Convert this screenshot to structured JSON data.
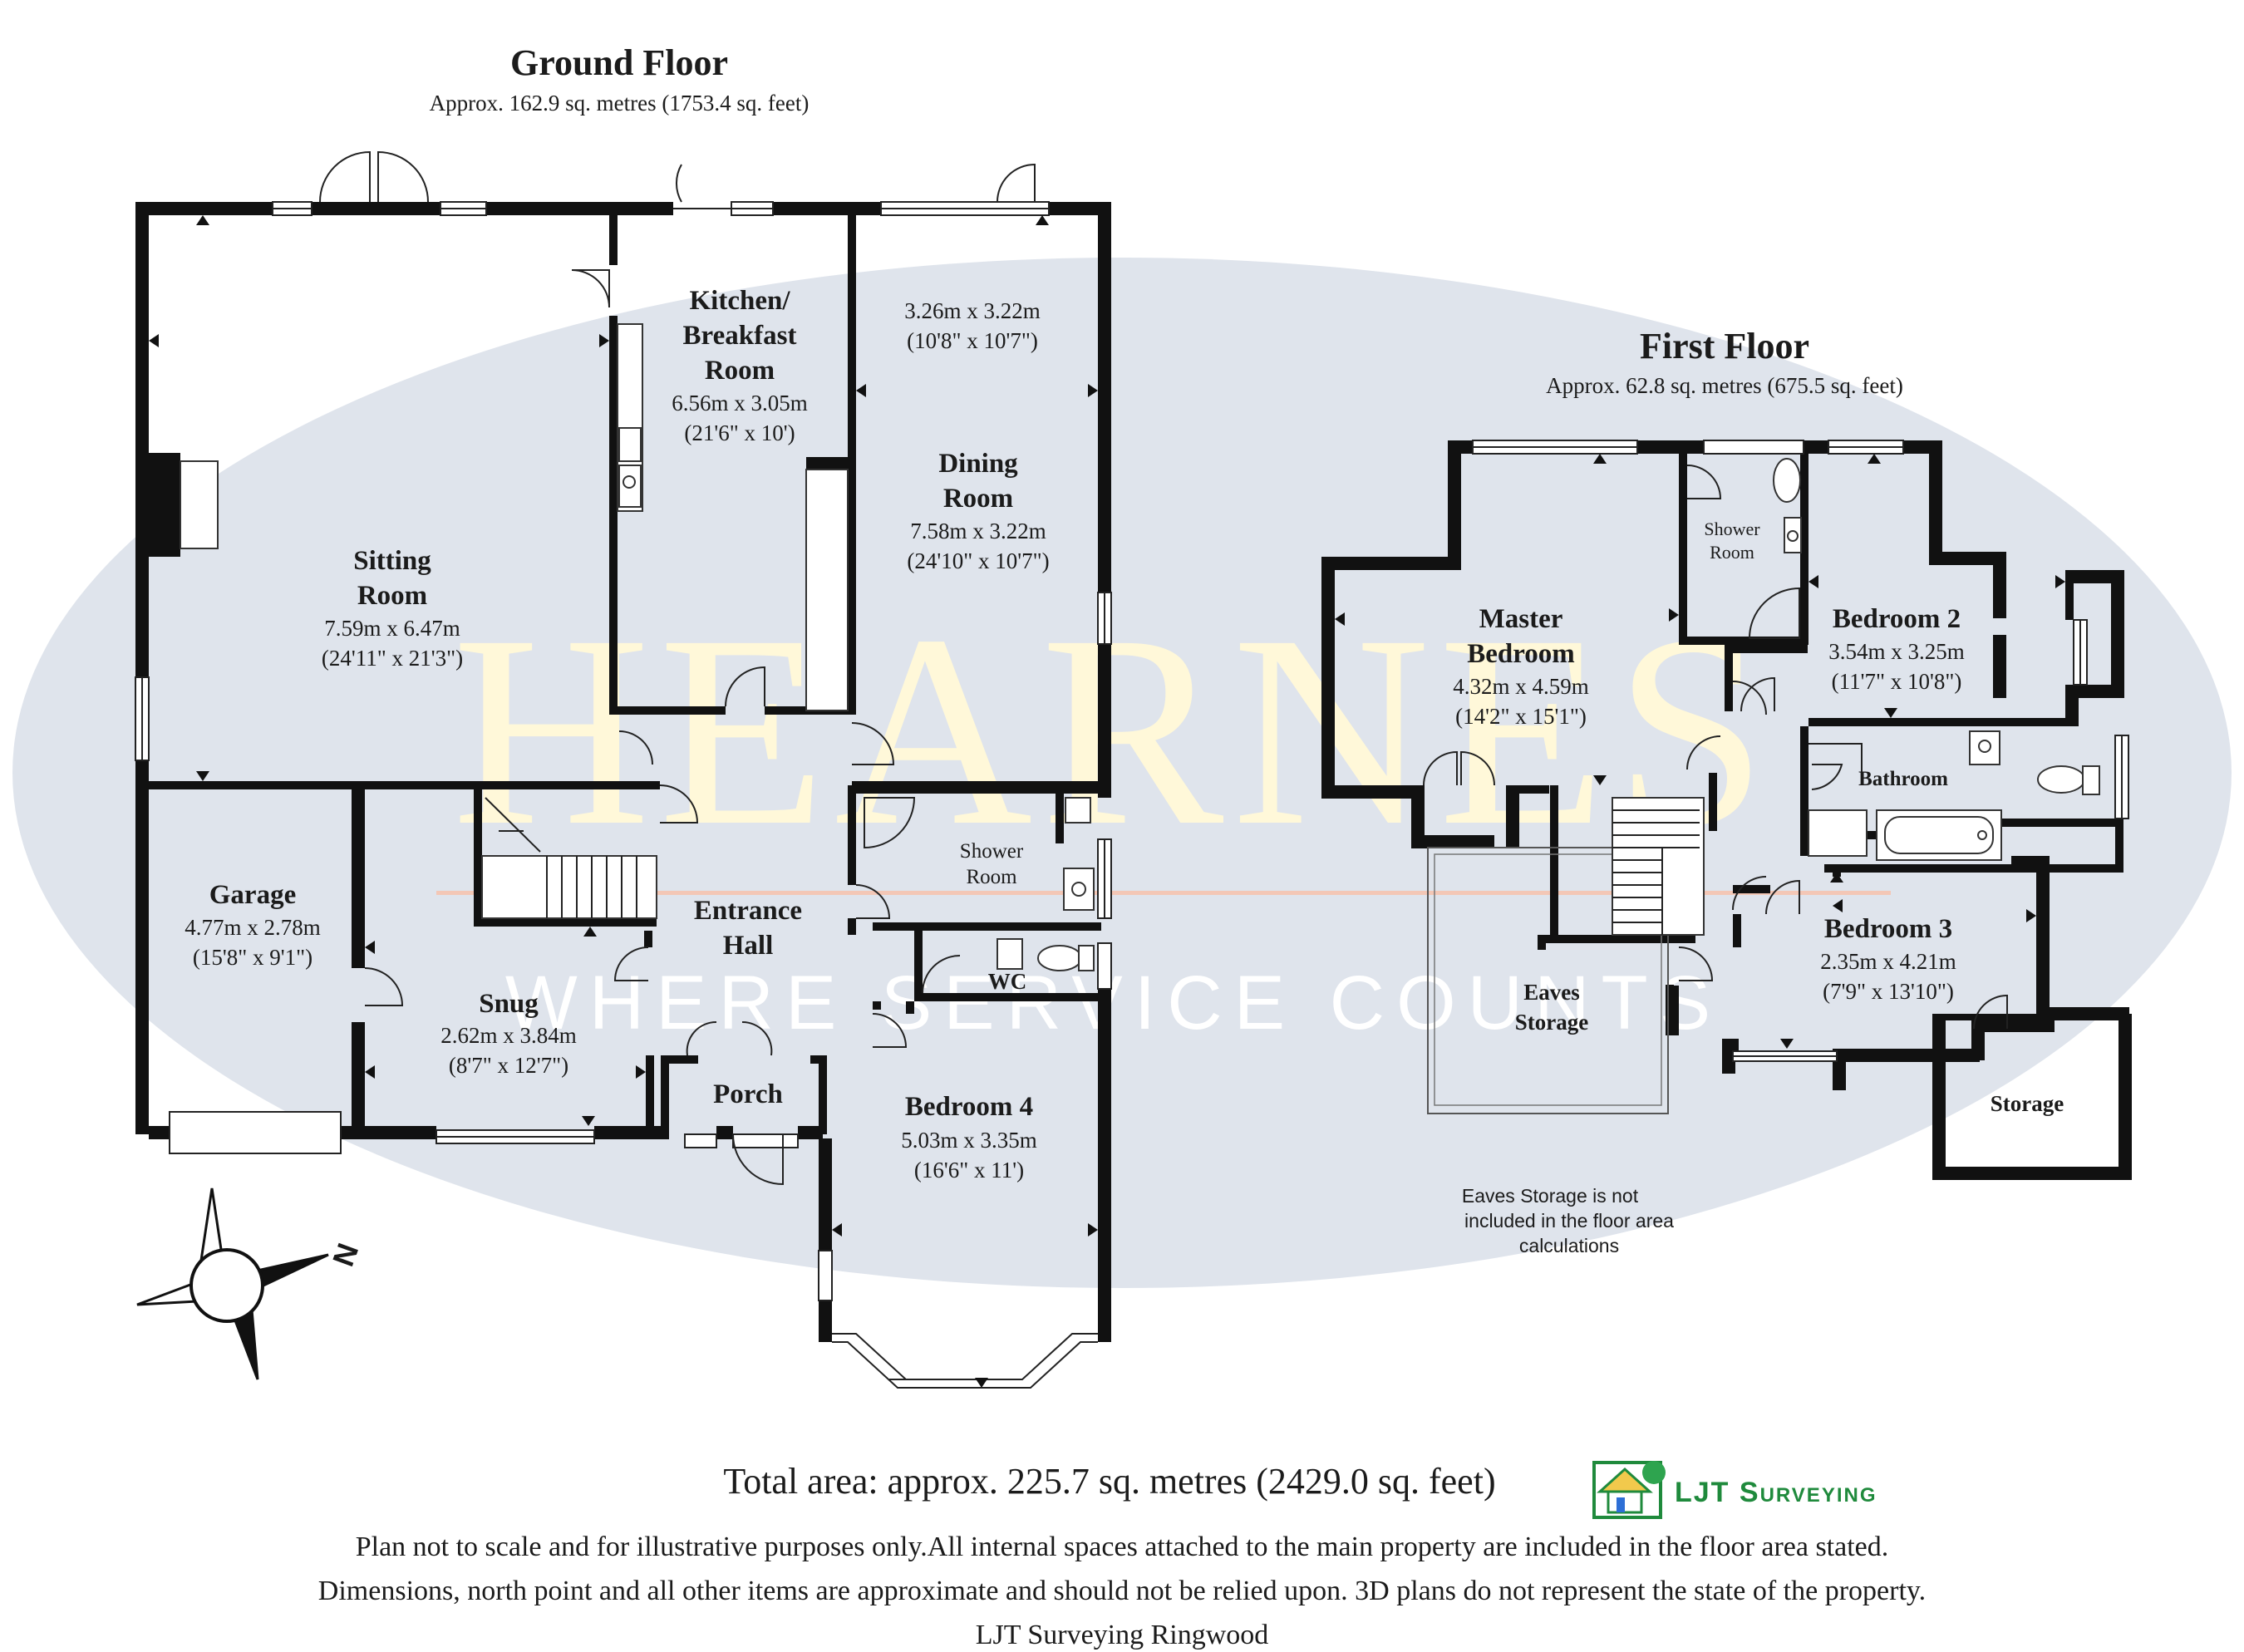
{
  "watermark": {
    "brand": "HEARNES",
    "tagline": "WHERE SERVICE COUNTS",
    "colors": {
      "ellipse": "#dfe4ec",
      "brand_text": "#fff8d9",
      "tagline_text": "#ffffff",
      "line": "#f3c7b6"
    }
  },
  "ground_floor": {
    "title": "Ground Floor",
    "area": "Approx. 162.9 sq. metres (1753.4 sq. feet)",
    "rooms": {
      "kitchen": {
        "name1": "Kitchen/",
        "name2": "Breakfast",
        "name3": "Room",
        "dim_m": "6.56m x 3.05m",
        "dim_ft": "(21'6\" x 10')"
      },
      "dining_annex": {
        "dim_m": "3.26m x 3.22m",
        "dim_ft": "(10'8\" x 10'7\")"
      },
      "dining": {
        "name1": "Dining",
        "name2": "Room",
        "dim_m": "7.58m x 3.22m",
        "dim_ft": "(24'10\" x 10'7\")"
      },
      "sitting": {
        "name1": "Sitting",
        "name2": "Room",
        "dim_m": "7.59m x 6.47m",
        "dim_ft": "(24'11\" x 21'3\")"
      },
      "garage": {
        "name": "Garage",
        "dim_m": "4.77m x 2.78m",
        "dim_ft": "(15'8\" x 9'1\")"
      },
      "snug": {
        "name": "Snug",
        "dim_m": "2.62m x 3.84m",
        "dim_ft": "(8'7\" x 12'7\")"
      },
      "entrance": {
        "name1": "Entrance",
        "name2": "Hall"
      },
      "shower": {
        "name1": "Shower",
        "name2": "Room"
      },
      "wc": {
        "name": "WC"
      },
      "porch": {
        "name": "Porch"
      },
      "bedroom4": {
        "name": "Bedroom 4",
        "dim_m": "5.03m x 3.35m",
        "dim_ft": "(16'6\" x 11')"
      }
    }
  },
  "first_floor": {
    "title": "First Floor",
    "area": "Approx. 62.8 sq. metres (675.5 sq. feet)",
    "rooms": {
      "master": {
        "name1": "Master",
        "name2": "Bedroom",
        "dim_m": "4.32m x 4.59m",
        "dim_ft": "(14'2\" x 15'1\")"
      },
      "shower": {
        "name1": "Shower",
        "name2": "Room"
      },
      "bedroom2": {
        "name": "Bedroom 2",
        "dim_m": "3.54m x 3.25m",
        "dim_ft": "(11'7\" x 10'8\")"
      },
      "bathroom": {
        "name": "Bathroom"
      },
      "bedroom3": {
        "name": "Bedroom 3",
        "dim_m": "2.35m x 4.21m",
        "dim_ft": "(7'9\" x 13'10\")"
      },
      "eaves": {
        "name1": "Eaves",
        "name2": "Storage"
      },
      "storage": {
        "name": "Storage"
      }
    },
    "eaves_note": [
      "Eaves Storage is not",
      "included in the floor area",
      "calculations"
    ]
  },
  "compass": {
    "label": "N",
    "icon": "compass-rose-icon"
  },
  "footer": {
    "total": "Total area: approx. 225.7 sq. metres (2429.0 sq. feet)",
    "logo_text": "LJT Surveying",
    "logo_icon": "house-tree-logo-icon",
    "logo_color": "#1f8a3c",
    "disclaimer1": "Plan not to scale and for illustrative purposes only.All internal spaces attached to the main property are included in the floor area stated.",
    "disclaimer2": "Dimensions, north point and all other items are approximate and should not be relied upon. 3D plans do not represent the state of the property.",
    "credit": "LJT Surveying Ringwood"
  }
}
